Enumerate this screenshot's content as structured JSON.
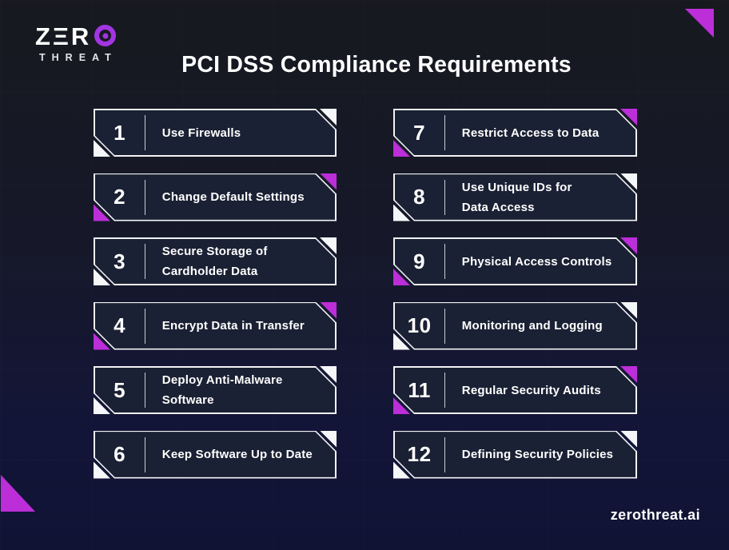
{
  "colors": {
    "magenta": "#bb2ed8",
    "white": "#f5f6f8",
    "card_bg": "#1b2134",
    "card_border": "#f2f3f5",
    "purple_logo": "#a335e2"
  },
  "header": {
    "logo": {
      "letter_z": "Z",
      "letter_e_bars": "Ξ",
      "letter_r": "R",
      "o_icon": "bullseye-ring-icon",
      "tagline": "THREAT"
    },
    "title": "PCI DSS Compliance Requirements"
  },
  "cards": [
    {
      "num": "1",
      "lines": [
        "Use Firewalls"
      ],
      "accent": "white"
    },
    {
      "num": "2",
      "lines": [
        "Change Default Settings"
      ],
      "accent": "magenta"
    },
    {
      "num": "3",
      "lines": [
        "Secure Storage of",
        "Cardholder Data"
      ],
      "accent": "white"
    },
    {
      "num": "4",
      "lines": [
        "Encrypt Data in Transfer"
      ],
      "accent": "magenta"
    },
    {
      "num": "5",
      "lines": [
        "Deploy Anti-Malware",
        "Software"
      ],
      "accent": "white"
    },
    {
      "num": "6",
      "lines": [
        "Keep Software Up to Date"
      ],
      "accent": "white"
    },
    {
      "num": "7",
      "lines": [
        "Restrict Access to Data"
      ],
      "accent": "magenta"
    },
    {
      "num": "8",
      "lines": [
        "Use Unique IDs for",
        "Data Access"
      ],
      "accent": "white"
    },
    {
      "num": "9",
      "lines": [
        "Physical Access Controls"
      ],
      "accent": "magenta"
    },
    {
      "num": "10",
      "lines": [
        "Monitoring and Logging"
      ],
      "accent": "white"
    },
    {
      "num": "11",
      "lines": [
        "Regular Security Audits"
      ],
      "accent": "magenta"
    },
    {
      "num": "12",
      "lines": [
        "Defining Security Policies"
      ],
      "accent": "white"
    }
  ],
  "footer": {
    "url": "zerothreat.ai"
  }
}
